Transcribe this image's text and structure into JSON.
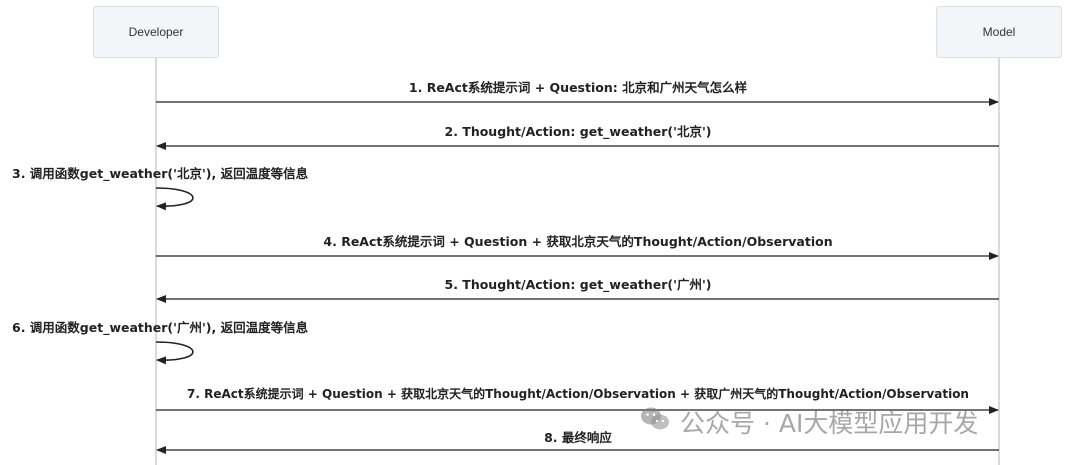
{
  "actors": {
    "developer": "Developer",
    "model": "Model"
  },
  "messages": [
    "1. ReAct系统提示词 + Question: 北京和广州天气怎么样",
    "2. Thought/Action: get_weather('北京')",
    "3. 调用函数get_weather('北京'), 返回温度等信息",
    "4. ReAct系统提示词 + Question + 获取北京天气的Thought/Action/Observation",
    "5. Thought/Action: get_weather('广州')",
    "6. 调用函数get_weather('广州'), 返回温度等信息",
    "7. ReAct系统提示词 + Question + 获取北京天气的Thought/Action/Observation + 获取广州天气的Thought/Action/Observation",
    "8. 最终响应"
  ],
  "watermark": {
    "text": "公众号 · AI大模型应用开发",
    "icon": "wechat-icon"
  }
}
